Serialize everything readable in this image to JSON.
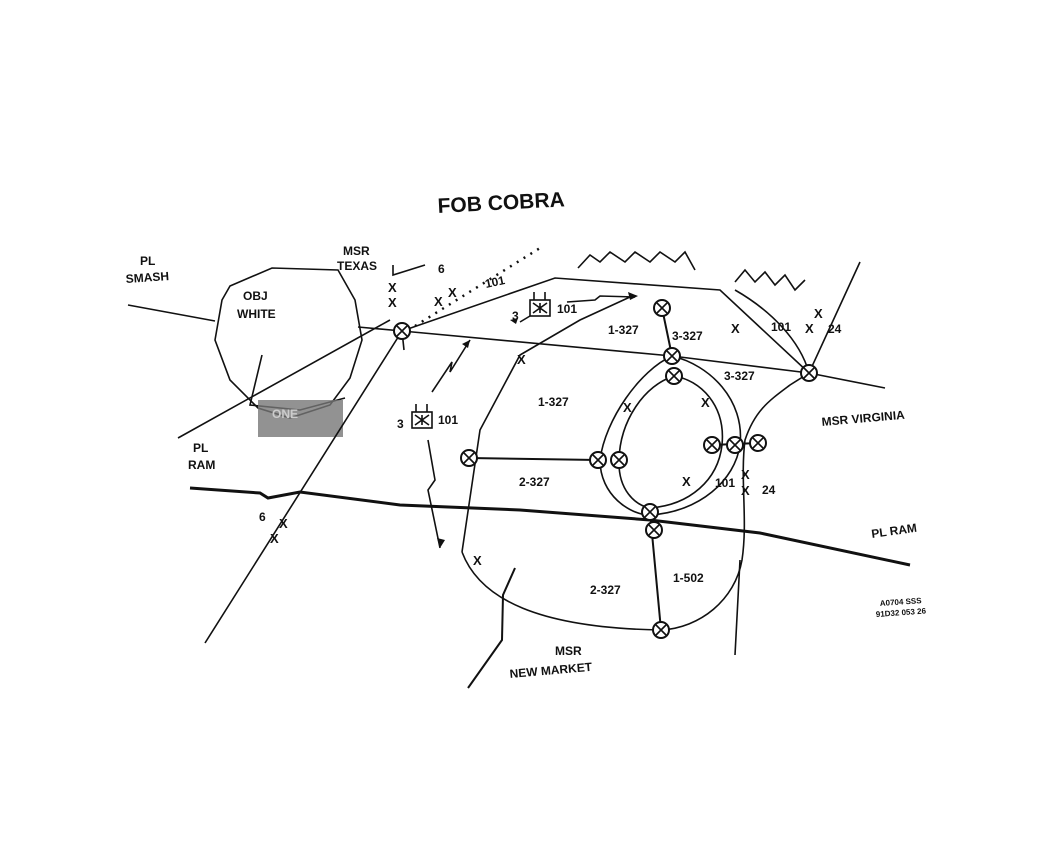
{
  "diagram": {
    "title": "FOB COBRA",
    "labels": {
      "pl_smash_1": "PL",
      "pl_smash_2": "SMASH",
      "msr_texas_1": "MSR",
      "msr_texas_2": "TEXAS",
      "obj_white_1": "OBJ",
      "obj_white_2": "WHITE",
      "obj_shaded": "ONE",
      "pl_ram_left_1": "PL",
      "pl_ram_left_2": "RAM",
      "pl_ram_right": "PL RAM",
      "msr_virginia": "MSR VIRGINIA",
      "msr_new_market_1": "MSR",
      "msr_new_market_2": "NEW MARKET",
      "unit_1_327_north": "1-327",
      "unit_3_327_north": "3-327",
      "unit_3_327_east": "3-327",
      "unit_1_327_center": "1-327",
      "unit_2_327_west": "2-327",
      "unit_2_327_south": "2-327",
      "unit_1_502": "1-502",
      "unit_101_a": "101",
      "unit_101_b": "101",
      "unit_101_c": "101",
      "unit_101_d": "101",
      "unit_101_e": "101",
      "num_6_top": "6",
      "num_6_bottom": "6",
      "num_24_top": "24",
      "num_24_bottom": "24",
      "num_3_top": "3",
      "num_3_left": "3",
      "x_mark": "X",
      "stamp_1": "A0704 SSS",
      "stamp_2": "91D32 053 26"
    }
  }
}
